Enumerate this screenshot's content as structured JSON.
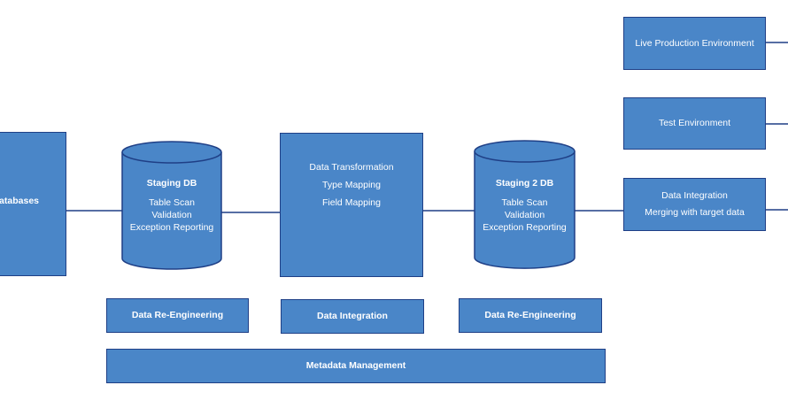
{
  "colors": {
    "fill": "#4a86c8",
    "stroke": "#1f3f86",
    "line": "#1f3f86",
    "text": "#ffffff"
  },
  "source": {
    "label": "atabases"
  },
  "staging1": {
    "title": "Staging DB",
    "lines": [
      "Table Scan",
      "Validation",
      "Exception Reporting"
    ]
  },
  "transform": {
    "lines": [
      "Data Transformation",
      "Type Mapping",
      "Field Mapping"
    ]
  },
  "staging2": {
    "title": "Staging 2 DB",
    "lines": [
      "Table Scan",
      "Validation",
      "Exception Reporting"
    ]
  },
  "targets": {
    "live": "Live Production Environment",
    "test": "Test Environment",
    "integration": [
      "Data Integration",
      "Merging with target data"
    ]
  },
  "bottom": {
    "reeng1": "Data Re-Engineering",
    "integration": "Data Integration",
    "reeng2": "Data Re-Engineering",
    "metadata": "Metadata Management"
  }
}
